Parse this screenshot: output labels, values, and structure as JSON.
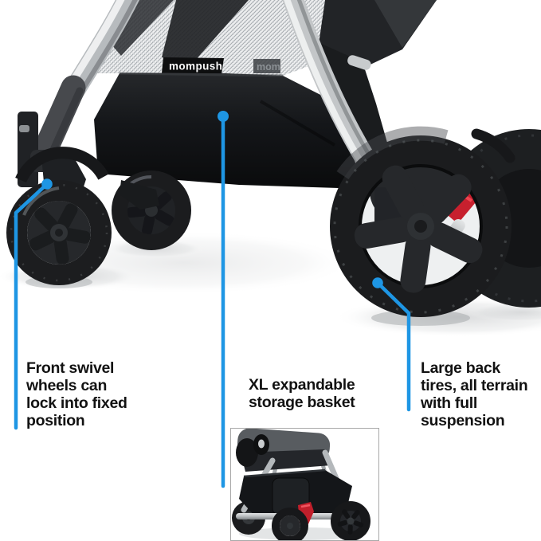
{
  "brand": {
    "logo_text": "mompush"
  },
  "callouts": {
    "front_wheels": {
      "lines": [
        "Front swivel",
        "wheels can",
        "lock into fixed",
        "position"
      ]
    },
    "storage_basket": {
      "lines": [
        "XL expandable",
        "storage basket"
      ]
    },
    "back_tires": {
      "lines": [
        "Large back",
        "tires, all terrain",
        "with full",
        "suspension"
      ]
    }
  },
  "colors": {
    "callout_blue": "#1e96e4",
    "accent_red": "#c4202c",
    "text": "#121212",
    "background": "#ffffff",
    "inset_border": "#a8a8a8"
  },
  "inset_alt": "Rear view of stroller showing expandable storage basket"
}
